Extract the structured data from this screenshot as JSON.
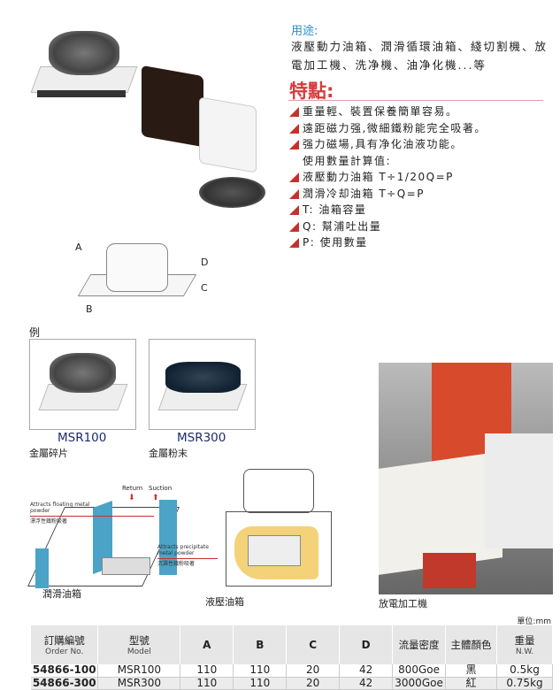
{
  "usage": {
    "title": "用途:",
    "text": "液壓動力油箱、潤滑循環油箱、綫切割機、放電加工機、洗净機、油净化機...等"
  },
  "features": {
    "title": "特點:",
    "items": [
      {
        "text": "重量輕、裝置保養簡單容易。",
        "bullet": true
      },
      {
        "text": "遠距磁力强,微細鐵粉能完全吸著。",
        "bullet": true
      },
      {
        "text": "强力磁場,具有净化油液功能。",
        "bullet": true
      },
      {
        "text": "使用數量計算值:",
        "bullet": false
      },
      {
        "text": "液壓動力油箱 T÷1/20Q=P",
        "bullet": true
      },
      {
        "text": "潤滑冷却油箱 T÷Q=P",
        "bullet": true
      },
      {
        "text": "T: 油箱容量",
        "bullet": true
      },
      {
        "text": "Q: 幫浦吐出量",
        "bullet": true
      },
      {
        "text": "P: 使用數量",
        "bullet": true
      }
    ]
  },
  "dimensions": {
    "a": "A",
    "b": "B",
    "c": "C",
    "d": "D"
  },
  "example": {
    "label": "例",
    "items": [
      {
        "model": "MSR100",
        "caption": "金屬碎片"
      },
      {
        "model": "MSR300",
        "caption": "金屬粉末"
      }
    ]
  },
  "diagrams": {
    "lubrication": {
      "caption": "潤滑油箱",
      "return": "Return",
      "suction": "Suction",
      "floating_en": "Attracts floating metal powder",
      "floating_zh": "漂浮性鐵粉吸著",
      "precip_en": "Attracts precipitate metal powder",
      "precip_zh": "沉澱性鐵粉吸著"
    },
    "hydraulic": {
      "caption": "液壓油箱"
    },
    "edm": {
      "caption": "放電加工機"
    }
  },
  "table": {
    "unit": "單位:mm",
    "headers": [
      {
        "zh": "訂購編號",
        "en": "Order No."
      },
      {
        "zh": "型號",
        "en": "Model"
      },
      {
        "zh": "A",
        "en": ""
      },
      {
        "zh": "B",
        "en": ""
      },
      {
        "zh": "C",
        "en": ""
      },
      {
        "zh": "D",
        "en": ""
      },
      {
        "zh": "流量密度",
        "en": ""
      },
      {
        "zh": "主體顏色",
        "en": ""
      },
      {
        "zh": "重量",
        "en": "N.W."
      }
    ],
    "rows": [
      [
        "54866-100",
        "MSR100",
        "110",
        "110",
        "20",
        "42",
        "800Goe",
        "黑",
        "0.5kg"
      ],
      [
        "54866-300",
        "MSR300",
        "110",
        "110",
        "20",
        "42",
        "3000Goe",
        "紅",
        "0.75kg"
      ]
    ]
  }
}
